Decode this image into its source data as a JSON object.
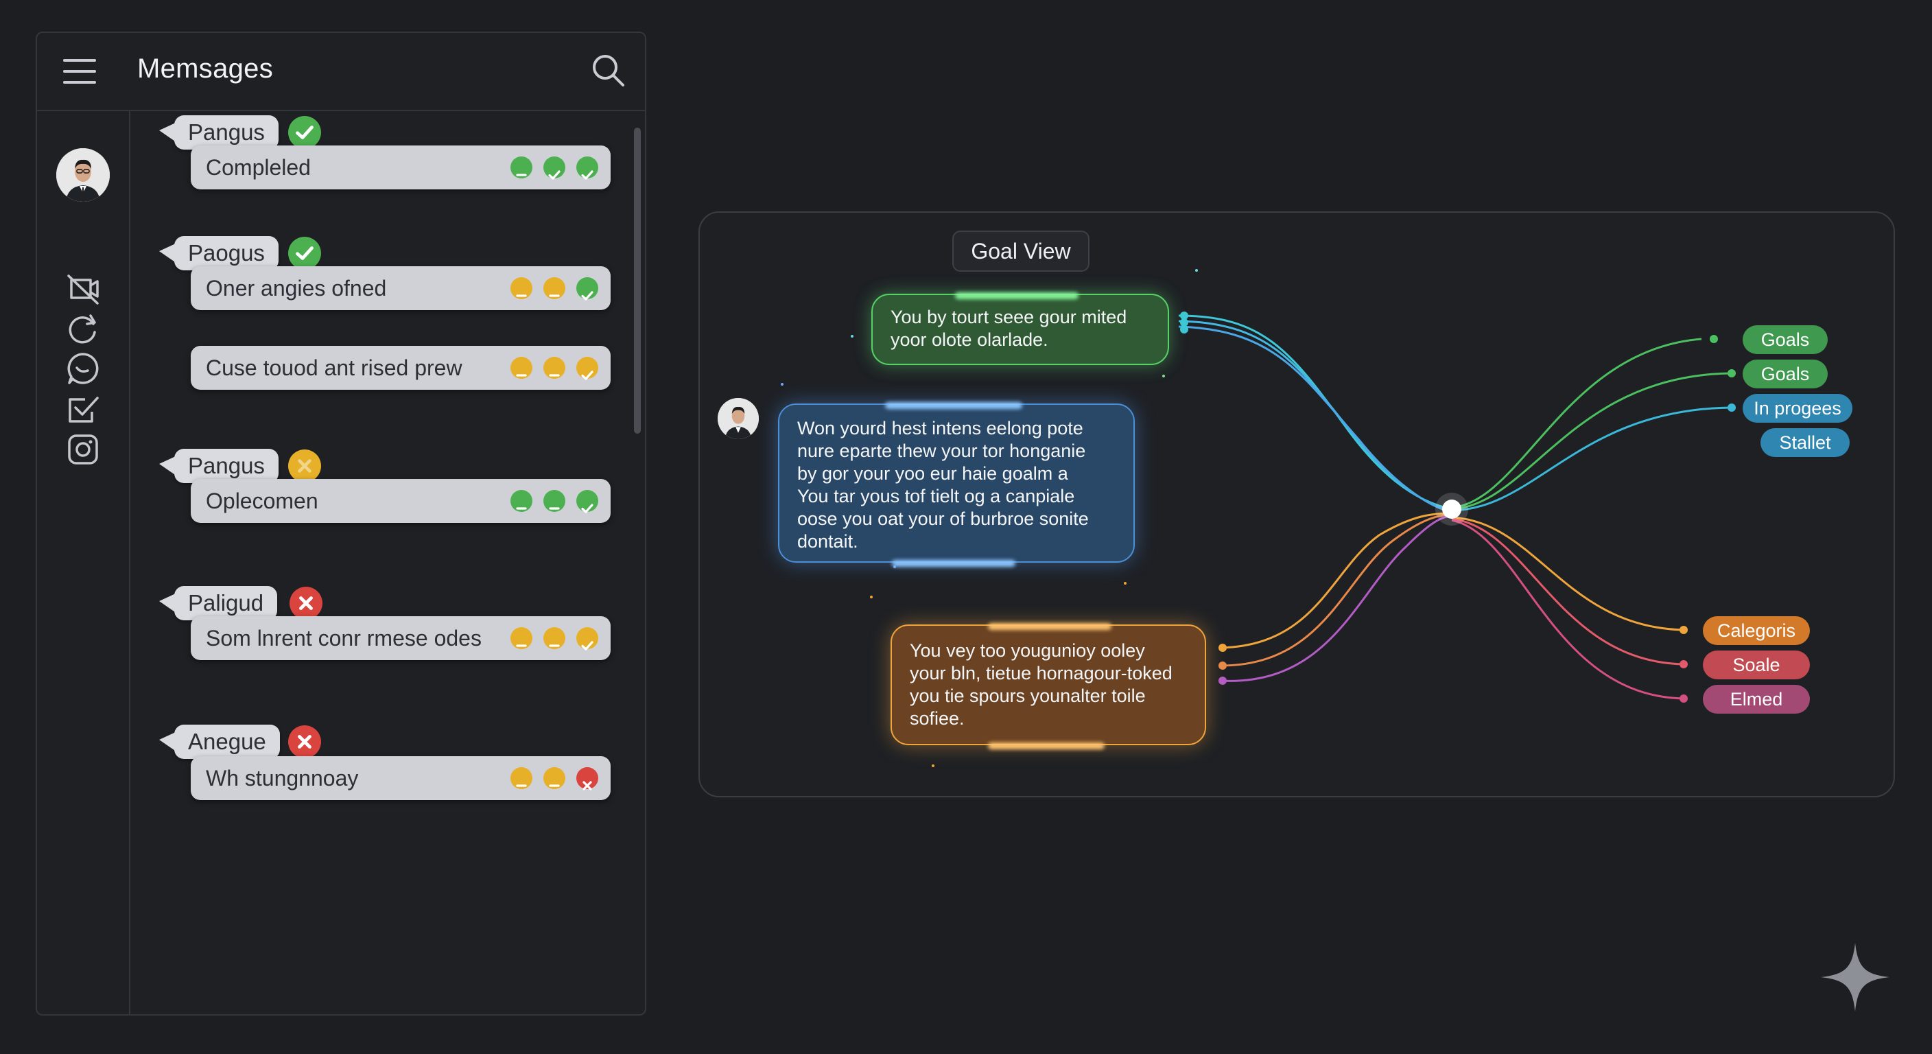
{
  "messages_panel": {
    "title": "Memsages",
    "rail_icons": [
      "avatar",
      "no-video-icon",
      "refresh-icon",
      "whatsapp-icon",
      "check-box-icon",
      "instagram-icon"
    ],
    "groups": [
      {
        "sender": "Pangus",
        "sender_status": "ok",
        "rows": [
          {
            "text": "Compleled",
            "dots": [
              "minus-green",
              "check-green",
              "check-green"
            ]
          }
        ]
      },
      {
        "sender": "Paogus",
        "sender_status": "ok",
        "rows": [
          {
            "text": "Oner angies ofned",
            "dots": [
              "minus-yellow",
              "minus-yellow",
              "check-green"
            ]
          },
          {
            "text": "Cuse touod ant rised prew",
            "dots": [
              "minus-yellow",
              "minus-yellow",
              "check-yellow"
            ]
          }
        ]
      },
      {
        "sender": "Pangus",
        "sender_status": "warn",
        "rows": [
          {
            "text": "Oplecomen",
            "dots": [
              "minus-green",
              "minus-green",
              "check-green"
            ]
          }
        ]
      },
      {
        "sender": "Paligud",
        "sender_status": "error",
        "rows": [
          {
            "text": "Som lnrent conr rmese odes",
            "dots": [
              "minus-yellow",
              "minus-yellow",
              "check-yellow"
            ]
          }
        ]
      },
      {
        "sender": "Anegue",
        "sender_status": "error",
        "rows": [
          {
            "text": "Wh stungnnoay",
            "dots": [
              "minus-yellow",
              "minus-yellow",
              "x-red"
            ]
          }
        ]
      }
    ]
  },
  "goal_view": {
    "title": "Goal View",
    "bubbles": {
      "green": [
        "You by tourt seee gour mited",
        "yoor olote olarlade."
      ],
      "blue": [
        "Won yourd hest intens eelong pote",
        "nure eparte thew your tor honganie",
        "by gor your yoo eur haie goalm a",
        "You tar yous tof tielt og a canpiale",
        "oose you oat your of burbroe sonite",
        "dontait."
      ],
      "orange": [
        "You vey too yougunioy ooley",
        "your bln, tietue hornagour-toked",
        "you tie spours younalter toile",
        "sofiee."
      ]
    },
    "tags": [
      {
        "label": "Goals",
        "color": "#3f9a50"
      },
      {
        "label": "Goals",
        "color": "#3f9a50"
      },
      {
        "label": "In progees",
        "color": "#2f86b0"
      },
      {
        "label": "Stallet",
        "color": "#2f86b0"
      },
      {
        "label": "Calegoris",
        "color": "#d27a2a"
      },
      {
        "label": "Soale",
        "color": "#c24a52"
      },
      {
        "label": "Elmed",
        "color": "#a24a74"
      }
    ]
  },
  "colors": {
    "green": "#4caf50",
    "yellow": "#e6b128",
    "red": "#d9443f",
    "cyan": "#38c6d8",
    "orange": "#f0a53c",
    "pink": "#e35b6a",
    "violet": "#b45cc6"
  }
}
